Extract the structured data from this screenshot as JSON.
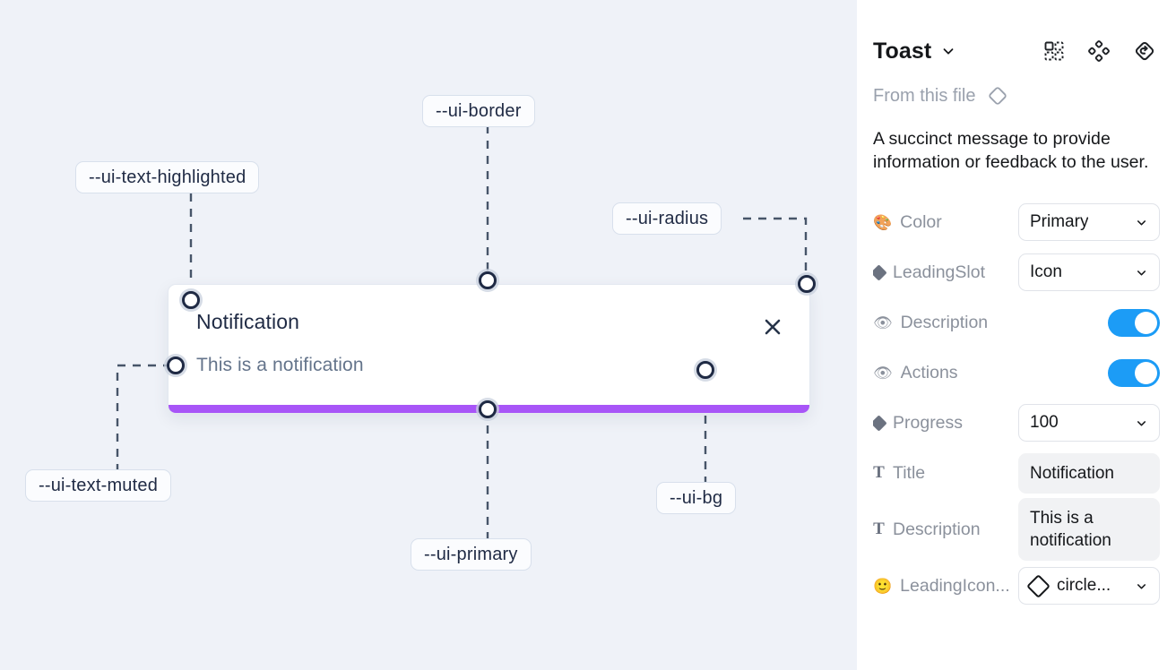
{
  "canvas": {
    "background_color": "#eff2f8",
    "toast": {
      "title": "Notification",
      "description": "This is a notification",
      "close_icon": "close-x-icon",
      "progress_color": "#a855f7",
      "background_color": "#ffffff",
      "border_color": "#e3e8f0"
    },
    "annotations": [
      {
        "label": "--ui-text-highlighted"
      },
      {
        "label": "--ui-border"
      },
      {
        "label": "--ui-radius"
      },
      {
        "label": "--ui-text-muted"
      },
      {
        "label": "--ui-primary"
      },
      {
        "label": "--ui-bg"
      }
    ]
  },
  "panel": {
    "title": "Toast",
    "title_caret_icon": "chevron-down-icon",
    "header_icons": [
      {
        "name": "instance-grid-icon"
      },
      {
        "name": "component-diamond-icon"
      },
      {
        "name": "reset-instance-icon"
      }
    ],
    "from_file_label": "From this file",
    "from_file_icon": "diamond-outline-icon",
    "component_description": "A succinct message to provide information or feedback to the user.",
    "accent_color": "#1c9cf6",
    "properties": [
      {
        "icon": "palette-emoji",
        "icon_glyph": "🎨",
        "icon_type": "emoji",
        "label": "Color",
        "control": "select",
        "value": "Primary"
      },
      {
        "icon": "diamond-icon",
        "icon_type": "diamond",
        "label": "LeadingSlot",
        "control": "select",
        "value": "Icon"
      },
      {
        "icon": "eye-emoji",
        "icon_glyph": "👁",
        "icon_type": "emoji",
        "label": "Description",
        "control": "toggle",
        "value": "on"
      },
      {
        "icon": "eye-emoji",
        "icon_glyph": "👁",
        "icon_type": "emoji",
        "label": "Actions",
        "control": "toggle",
        "value": "on"
      },
      {
        "icon": "diamond-icon",
        "icon_type": "diamond",
        "label": "Progress",
        "control": "select",
        "value": "100"
      },
      {
        "icon": "text-type-icon",
        "icon_glyph": "T",
        "icon_type": "t",
        "label": "Title",
        "control": "text",
        "value": "Notification"
      },
      {
        "icon": "text-type-icon",
        "icon_glyph": "T",
        "icon_type": "t",
        "label": "Description",
        "control": "text",
        "value": "This is a notification"
      },
      {
        "icon": "smiley-emoji",
        "icon_glyph": "🙂",
        "icon_type": "emoji",
        "label": "LeadingIcon...",
        "control": "icon-select",
        "value": "circle..."
      }
    ]
  }
}
